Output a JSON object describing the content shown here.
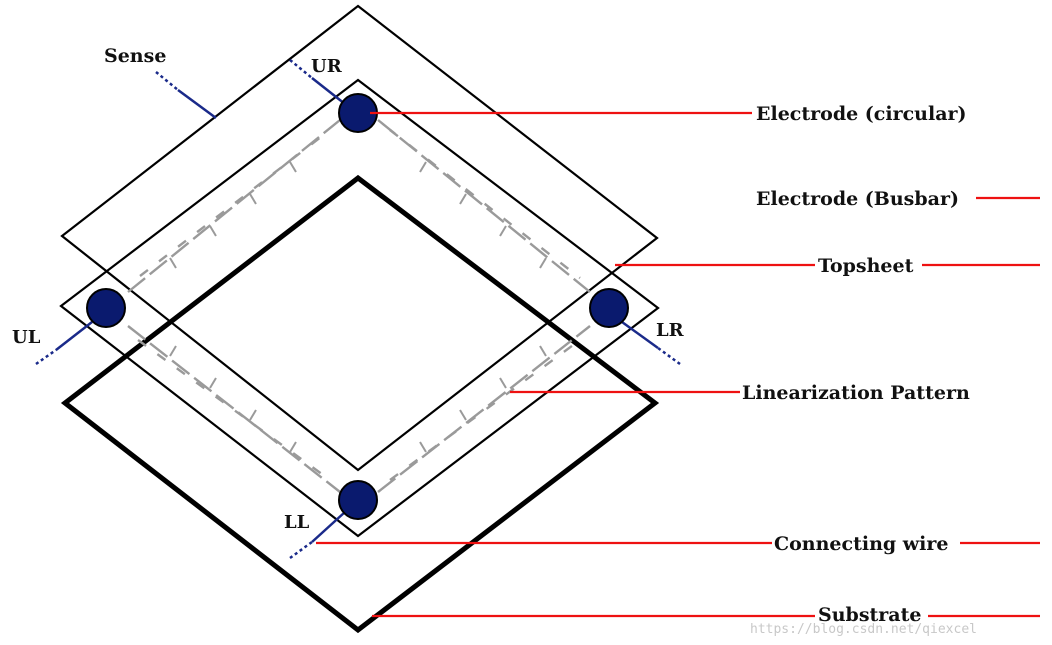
{
  "labels": {
    "sense": "Sense",
    "ur": "UR",
    "ul": "UL",
    "lr": "LR",
    "ll": "LL",
    "electrode_circular": "Electrode (circular)",
    "electrode_busbar": "Electrode (Busbar)",
    "topsheet": "Topsheet",
    "linearization_pattern": "Linearization Pattern",
    "connecting_wire": "Connecting wire",
    "substrate": "Substrate"
  },
  "watermark": "https://blog.csdn.net/qiexcel",
  "colors": {
    "leader_line": "#ee1111",
    "electrode": "#0a1a6e",
    "wire": "#1a2a8a",
    "outline": "#000000",
    "busbar": "#9a9a9a"
  }
}
